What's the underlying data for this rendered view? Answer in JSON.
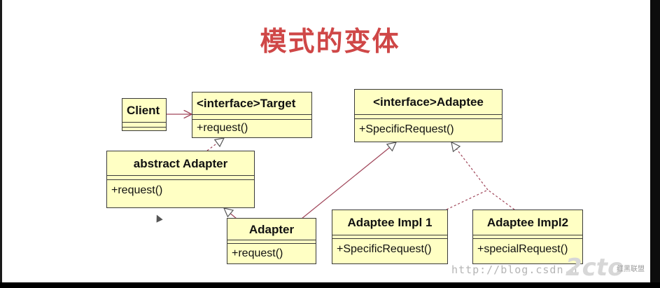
{
  "title": "模式的变体",
  "classes": {
    "client": {
      "name": "Client",
      "operation": ""
    },
    "target": {
      "name": "<interface>Target",
      "operation": "+request()"
    },
    "adaptee": {
      "name": "<interface>Adaptee",
      "operation": "+SpecificRequest()"
    },
    "abstract_adapter": {
      "name": "abstract Adapter",
      "operation": "+request()"
    },
    "adapter": {
      "name": "Adapter",
      "operation": "+request()"
    },
    "adaptee_impl1": {
      "name": "Adaptee Impl 1",
      "operation": "+SpecificRequest()"
    },
    "adaptee_impl2": {
      "name": "Adaptee Impl2",
      "operation": "+specialRequest()"
    }
  },
  "watermark": {
    "url": "http://blog.csdn.n",
    "logo": "2cto",
    "logo_sub": "红黑联盟"
  },
  "colors": {
    "title": "#cf4747",
    "class_fill": "#ffffc4",
    "client_arrow": "#b04a5a",
    "connector": "#a0465a"
  }
}
